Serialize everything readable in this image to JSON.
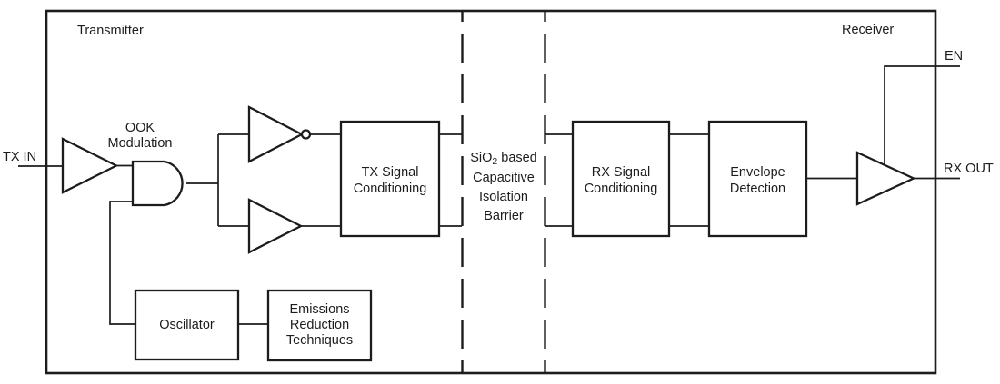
{
  "figure": {
    "type": "isolation-block-diagram",
    "regions": {
      "transmitter": "Transmitter",
      "receiver": "Receiver"
    },
    "pins": {
      "tx_in": "TX IN",
      "en": "EN",
      "rx_out": "RX OUT"
    },
    "modulation_label": {
      "line1": "OOK",
      "line2": "Modulation"
    },
    "barrier": {
      "line1": {
        "pre": "SiO",
        "sub": "2",
        "post": " based"
      },
      "line2": "Capacitive",
      "line3": "Isolation",
      "line4": "Barrier"
    },
    "blocks": {
      "tx_signal": {
        "line1": "TX Signal",
        "line2": "Conditioning"
      },
      "rx_signal": {
        "line1": "RX Signal",
        "line2": "Conditioning"
      },
      "envelope": {
        "line1": "Envelope",
        "line2": "Detection"
      },
      "oscillator": {
        "label": "Oscillator"
      },
      "emissions": {
        "line1": "Emissions",
        "line2": "Reduction",
        "line3": "Techniques"
      }
    },
    "colors": {
      "ink": "#1c1c1c",
      "background": "#ffffff"
    }
  }
}
